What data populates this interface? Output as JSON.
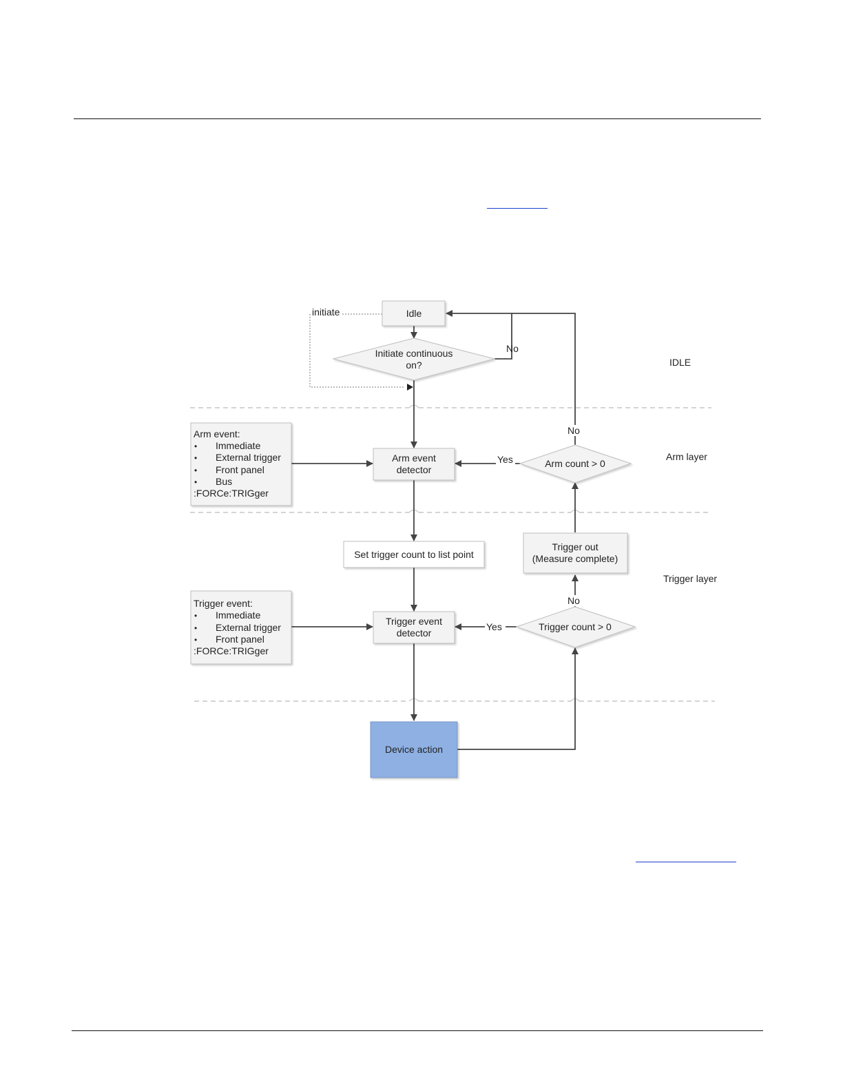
{
  "diagram": {
    "nodes": {
      "idle": "Idle",
      "initiate_q1": "Initiate continuous",
      "initiate_q2": "on?",
      "arm_detector1": "Arm event",
      "arm_detector2": "detector",
      "arm_count": "Arm count > 0",
      "set_trigger": "Set trigger count to list point",
      "trigger_out1": "Trigger out",
      "trigger_out2": "(Measure complete)",
      "trigger_detector1": "Trigger event",
      "trigger_detector2": "detector",
      "trigger_count": "Trigger count > 0",
      "device_action": "Device action"
    },
    "edge_labels": {
      "initiate": "initiate",
      "no_initiate": "No",
      "no_arm": "No",
      "yes_arm": "Yes",
      "no_trigger": "No",
      "yes_trigger": "Yes"
    },
    "layers": {
      "idle": "IDLE",
      "arm": "Arm layer",
      "trigger": "Trigger layer"
    },
    "arm_events": {
      "title": "Arm event:",
      "items": [
        "Immediate",
        "External trigger",
        "Front panel",
        "Bus"
      ],
      "footer": ":FORCe:TRIGger"
    },
    "trigger_events": {
      "title": "Trigger event:",
      "items": [
        "Immediate",
        "External trigger",
        "Front panel"
      ],
      "footer": ":FORCe:TRIGger"
    },
    "colors": {
      "box_fill": "#f3f3f3",
      "box_stroke": "#bdbdbd",
      "device_action_fill": "#8eb0e3",
      "device_action_stroke": "#7a96c4",
      "arrow": "#444444",
      "dashed_separator": "#bbbbbb"
    }
  }
}
